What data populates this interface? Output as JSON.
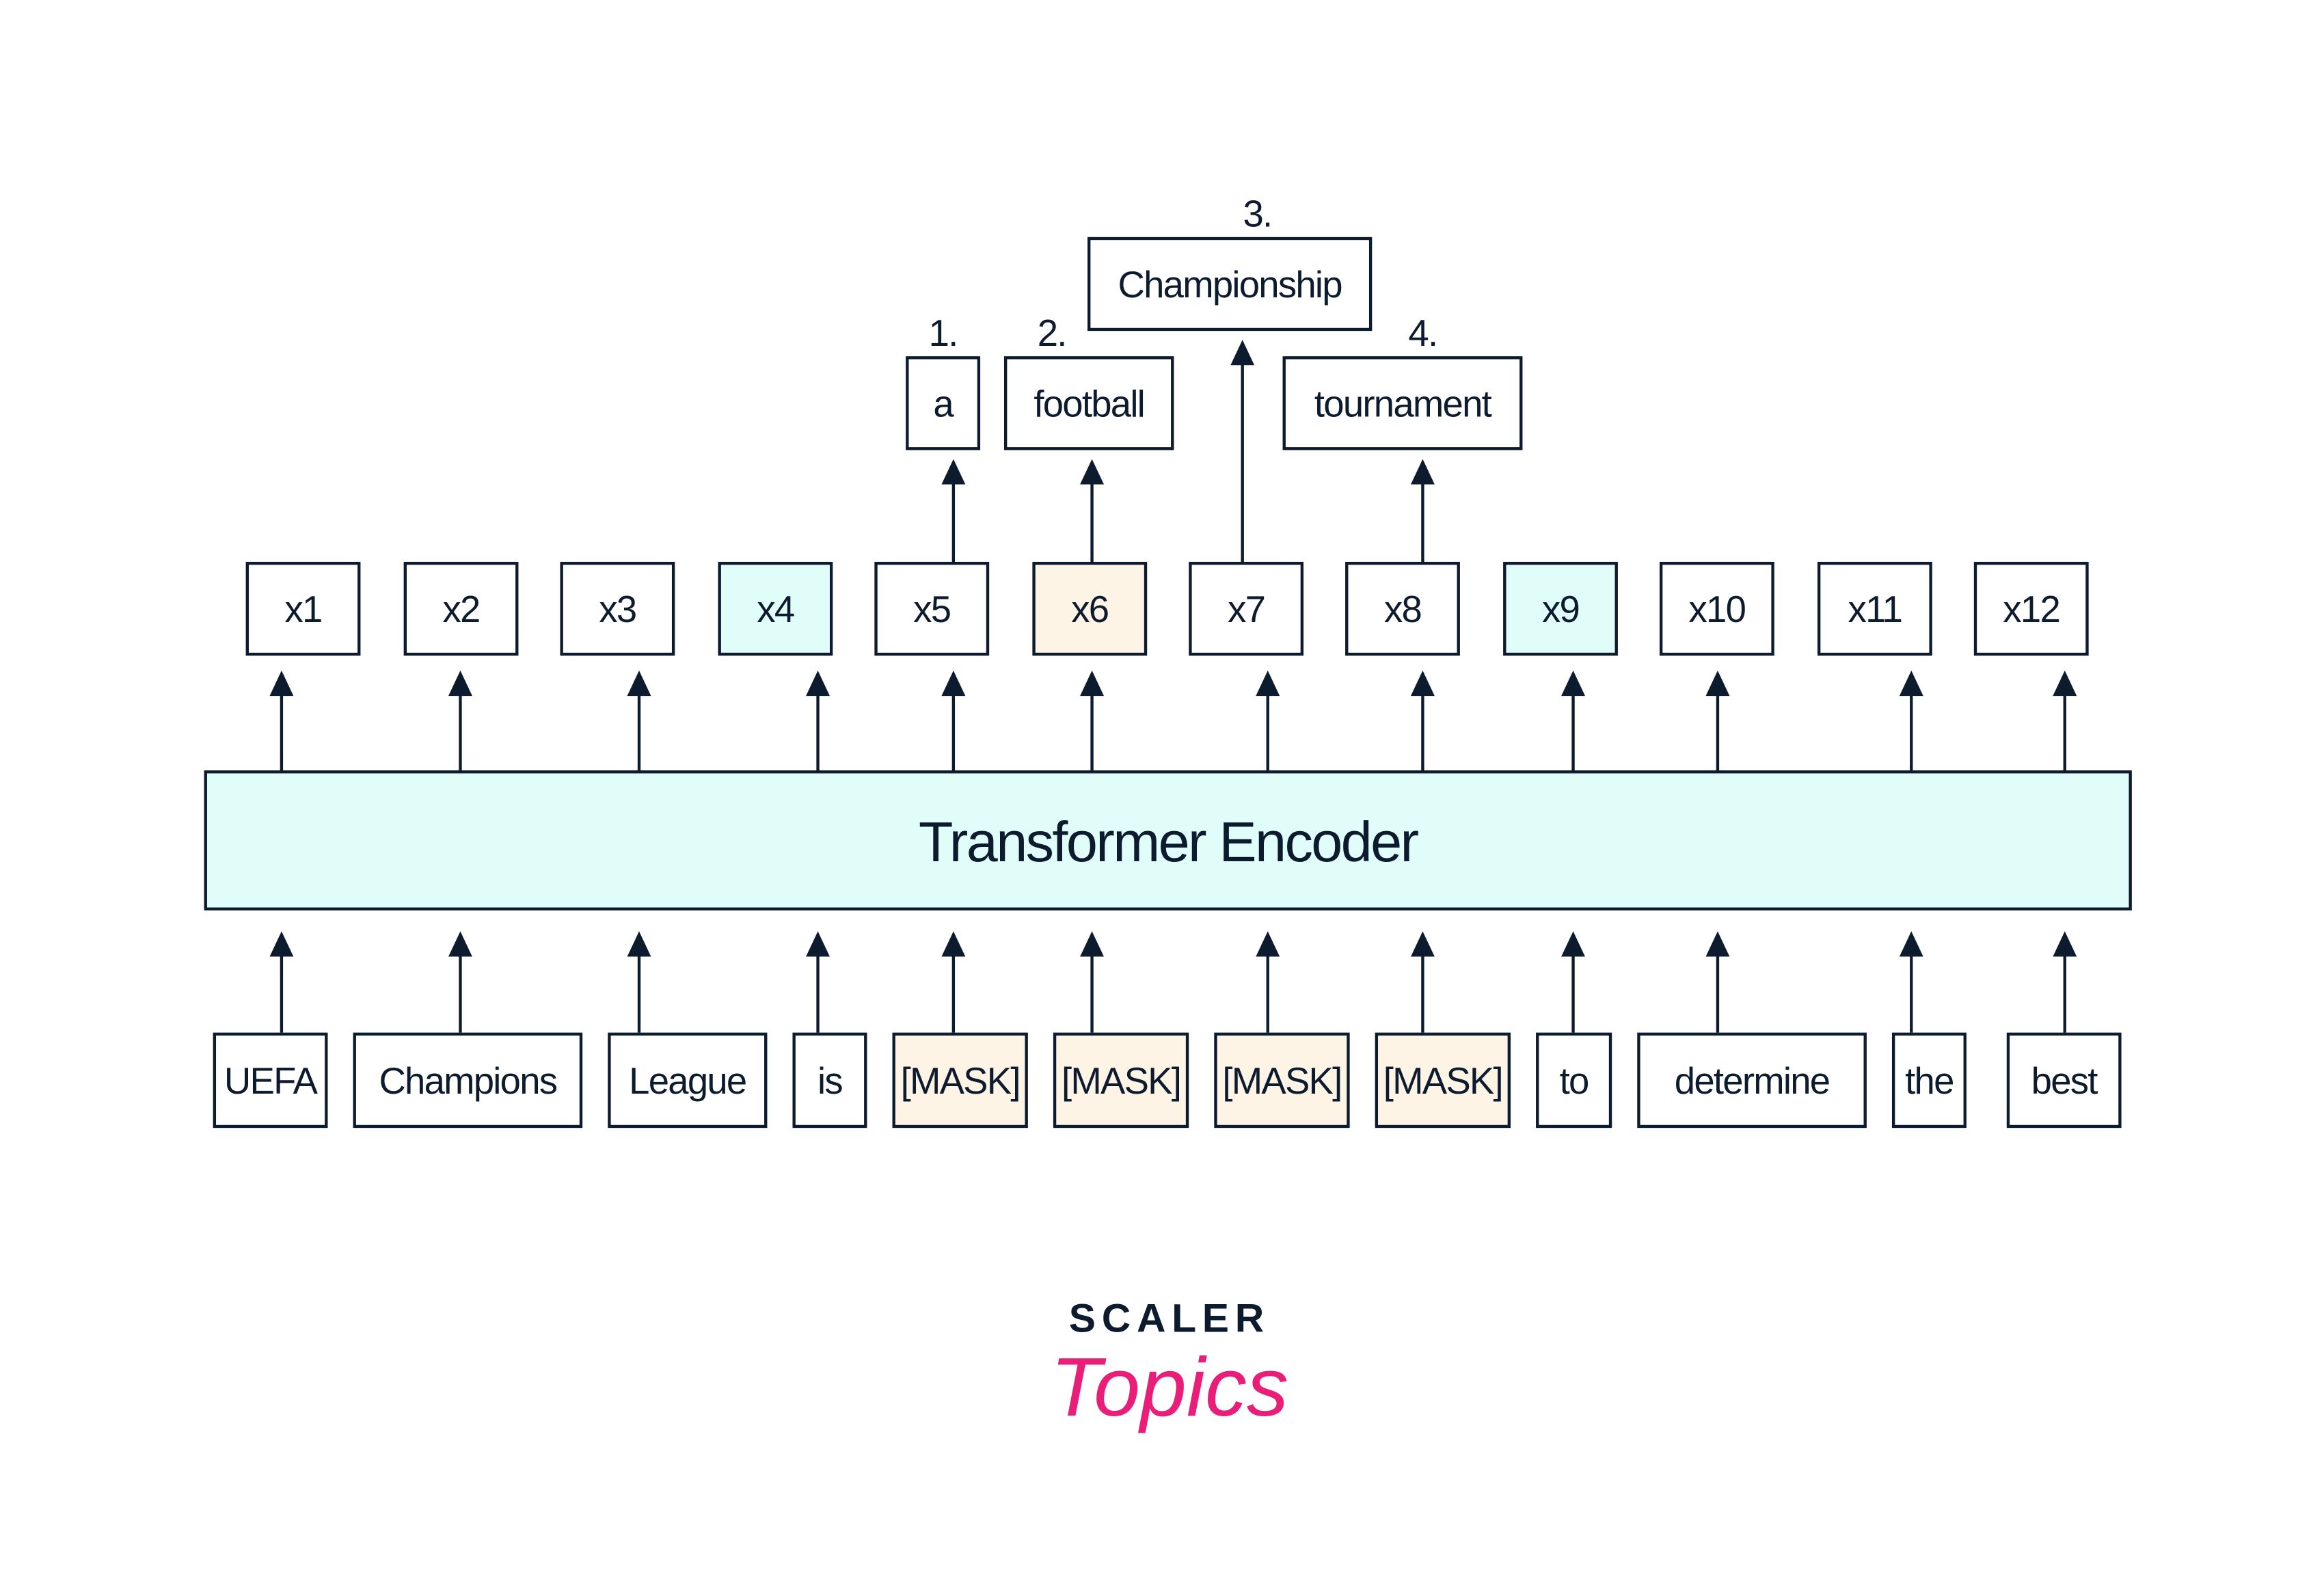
{
  "colors": {
    "stroke": "#0d1b2e",
    "encoder_fill": "#e1fdf9",
    "cyan": "#e1fdf9",
    "mask": "#fdf4e6",
    "white": "#ffffff",
    "brand_pink": "#e91e78"
  },
  "encoder": {
    "label": "Transformer Encoder"
  },
  "inputs": [
    {
      "text": "UEFA",
      "fill": "white"
    },
    {
      "text": "Champions",
      "fill": "white"
    },
    {
      "text": "League",
      "fill": "white"
    },
    {
      "text": "is",
      "fill": "white"
    },
    {
      "text": "[MASK]",
      "fill": "mask"
    },
    {
      "text": "[MASK]",
      "fill": "mask"
    },
    {
      "text": "[MASK]",
      "fill": "mask"
    },
    {
      "text": "[MASK]",
      "fill": "mask"
    },
    {
      "text": "to",
      "fill": "white"
    },
    {
      "text": "determine",
      "fill": "white"
    },
    {
      "text": "the",
      "fill": "white"
    },
    {
      "text": "best",
      "fill": "white"
    }
  ],
  "outputs": [
    {
      "text": "x1",
      "fill": "white"
    },
    {
      "text": "x2",
      "fill": "white"
    },
    {
      "text": "x3",
      "fill": "white"
    },
    {
      "text": "x4",
      "fill": "cyan"
    },
    {
      "text": "x5",
      "fill": "white"
    },
    {
      "text": "x6",
      "fill": "mask"
    },
    {
      "text": "x7",
      "fill": "white"
    },
    {
      "text": "x8",
      "fill": "white"
    },
    {
      "text": "x9",
      "fill": "cyan"
    },
    {
      "text": "x10",
      "fill": "white"
    },
    {
      "text": "x11",
      "fill": "white"
    },
    {
      "text": "x12",
      "fill": "white"
    }
  ],
  "predictions": [
    {
      "number": "1.",
      "text": "a",
      "from": "x5"
    },
    {
      "number": "2.",
      "text": "football",
      "from": "x6"
    },
    {
      "number": "3.",
      "text": "Championship",
      "from": "x7"
    },
    {
      "number": "4.",
      "text": "tournament",
      "from": "x8"
    }
  ],
  "logo": {
    "line1": "SCALER",
    "line2": "Topics"
  }
}
